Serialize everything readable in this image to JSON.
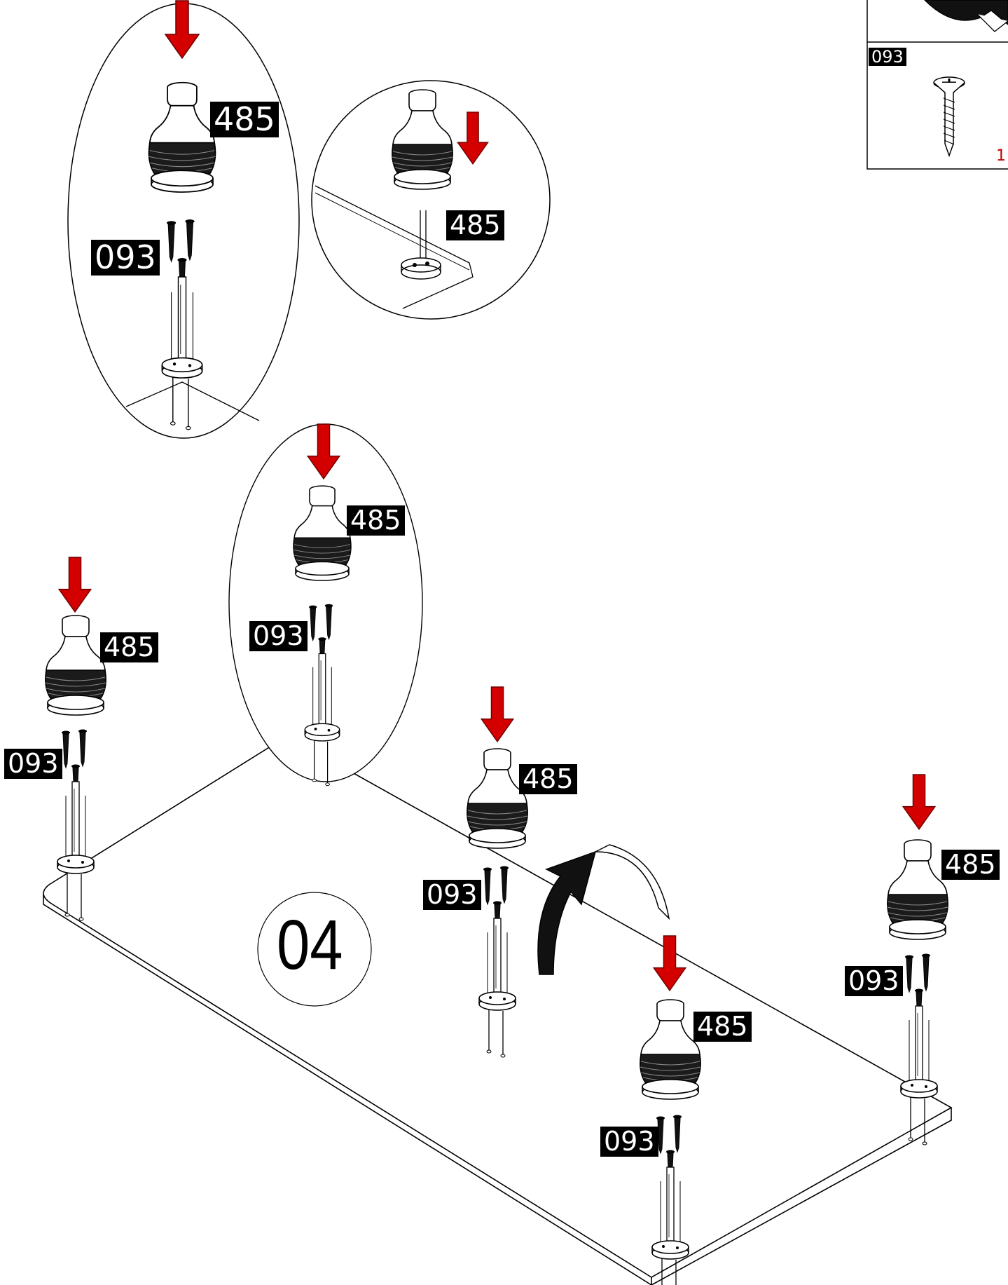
{
  "step": "04",
  "parts": {
    "leg": "485",
    "screw": "093"
  },
  "hardware_panel": {
    "screw_code": "093",
    "quantity_visible": "1"
  },
  "colors": {
    "arrow": "#d40000",
    "label_bg": "#000000",
    "label_text": "#ffffff",
    "line": "#000000"
  },
  "icons": [
    "down-arrow-icon",
    "rotate-arrow-icon",
    "screw-icon",
    "bun-foot-icon",
    "mounting-plate-icon"
  ]
}
